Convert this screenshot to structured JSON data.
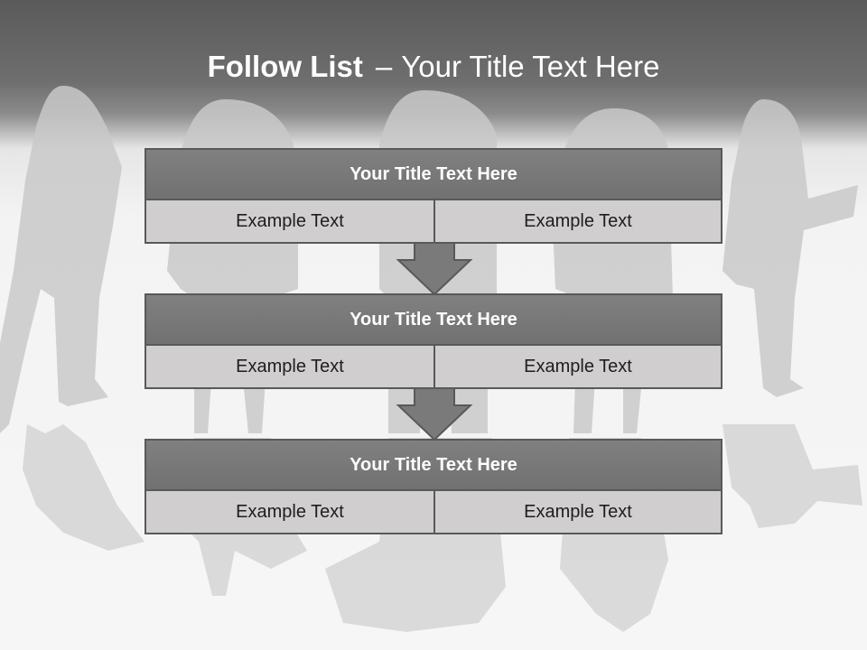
{
  "slide": {
    "title_bold": "Follow List",
    "title_dash": "–",
    "title_rest": "Your Title Text Here"
  },
  "boxes": [
    {
      "title": "Your Title Text Here",
      "left": "Example Text",
      "right": "Example Text"
    },
    {
      "title": "Your Title Text Here",
      "left": "Example Text",
      "right": "Example Text"
    },
    {
      "title": "Your Title Text Here",
      "left": "Example Text",
      "right": "Example Text"
    }
  ],
  "colors": {
    "header_band": "#5a5a5a",
    "box_header": "#777777",
    "box_cell": "#d0cecf",
    "arrow": "#7a7a7a",
    "border": "#595959"
  }
}
